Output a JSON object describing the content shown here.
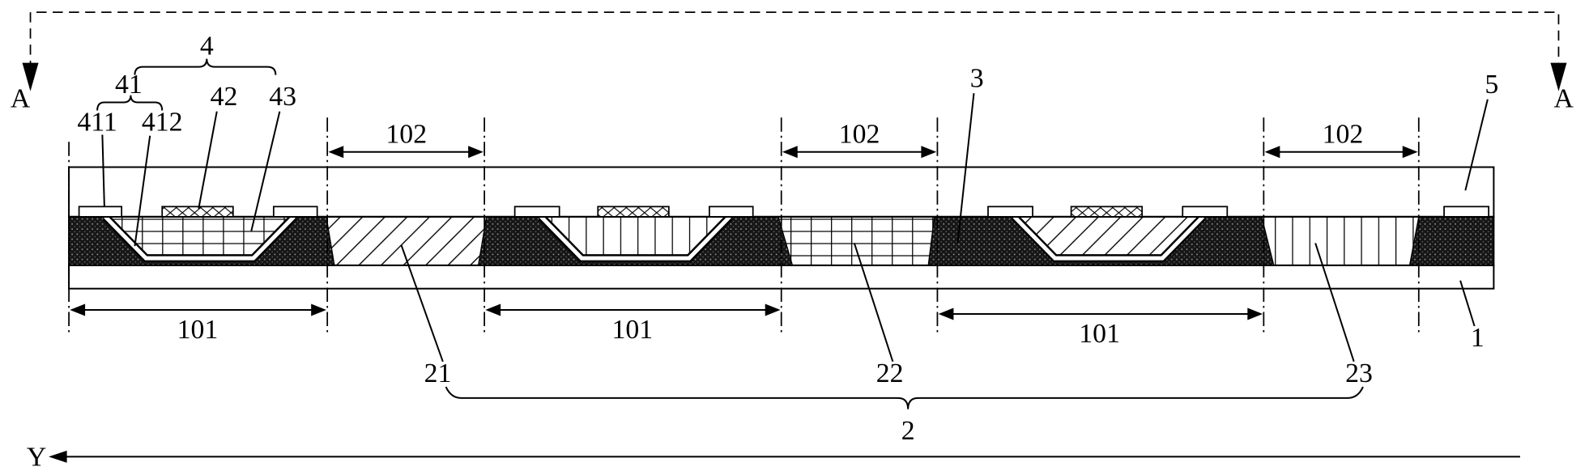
{
  "section": {
    "left_label": "A",
    "right_label": "A"
  },
  "direction": {
    "label": "Y"
  },
  "callouts": {
    "n4": "4",
    "n41": "41",
    "n411": "411",
    "n412": "412",
    "n42": "42",
    "n43": "43",
    "n3": "3",
    "n5": "5",
    "n1": "1",
    "n21": "21",
    "n22": "22",
    "n23": "23",
    "n2": "2"
  },
  "regions": [
    {
      "label": "101"
    },
    {
      "label": "102"
    },
    {
      "label": "101"
    },
    {
      "label": "102"
    },
    {
      "label": "101"
    },
    {
      "label": "102"
    }
  ],
  "colors": {
    "line": "#000000",
    "background": "#ffffff",
    "dark_fill": "#161616"
  }
}
